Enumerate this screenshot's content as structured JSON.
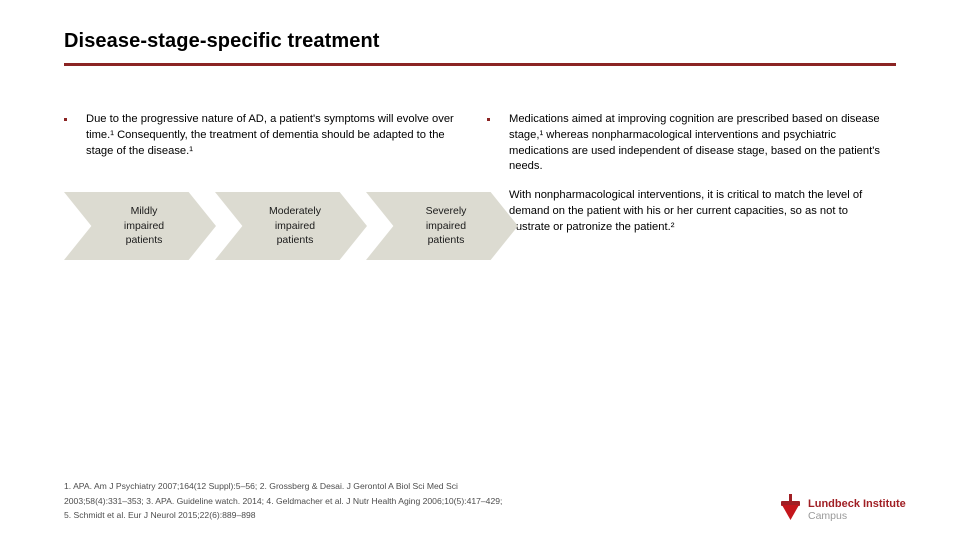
{
  "slide": {
    "title": "Disease-stage-specific treatment",
    "rule_color": "#8B2423",
    "bullet_color": "#8B2423",
    "chevron_fill": "#DCDBD1"
  },
  "left_column": {
    "bullets": [
      "Due to the progressive nature of AD, a patient's symptoms will evolve over time.¹ Consequently, the treatment of dementia should be adapted to the stage of the disease.¹"
    ]
  },
  "right_column": {
    "bullets": [
      "Medications aimed at improving cognition are prescribed based on disease stage,¹ whereas nonpharmacological interventions and psychiatric medications are used independent of disease stage, based on the patient's needs.",
      "With nonpharmacological interventions, it is critical to match the level of demand on the patient with his or her current capacities, so as not to frustrate or patronize the patient.²"
    ]
  },
  "stages": [
    {
      "line1": "Mildly",
      "line2": "impaired",
      "line3": "patients"
    },
    {
      "line1": "Moderately",
      "line2": "impaired",
      "line3": "patients"
    },
    {
      "line1": "Severely",
      "line2": "impaired",
      "line3": "patients"
    }
  ],
  "references": {
    "line1": "1. APA. Am J Psychiatry 2007;164(12 Suppl):5–56; 2. Grossberg & Desai. J Gerontol A Biol Sci Med Sci",
    "line2": "2003;58(4):331–353; 3. APA. Guideline watch. 2014; 4. Geldmacher et al. J Nutr Health Aging 2006;10(5):417–429;",
    "line3": "5. Schmidt et al. Eur J Neurol 2015;22(6):889–898"
  },
  "logo": {
    "line1": "Lundbeck Institute",
    "line2": "Campus",
    "brand_color": "#A01F24"
  }
}
